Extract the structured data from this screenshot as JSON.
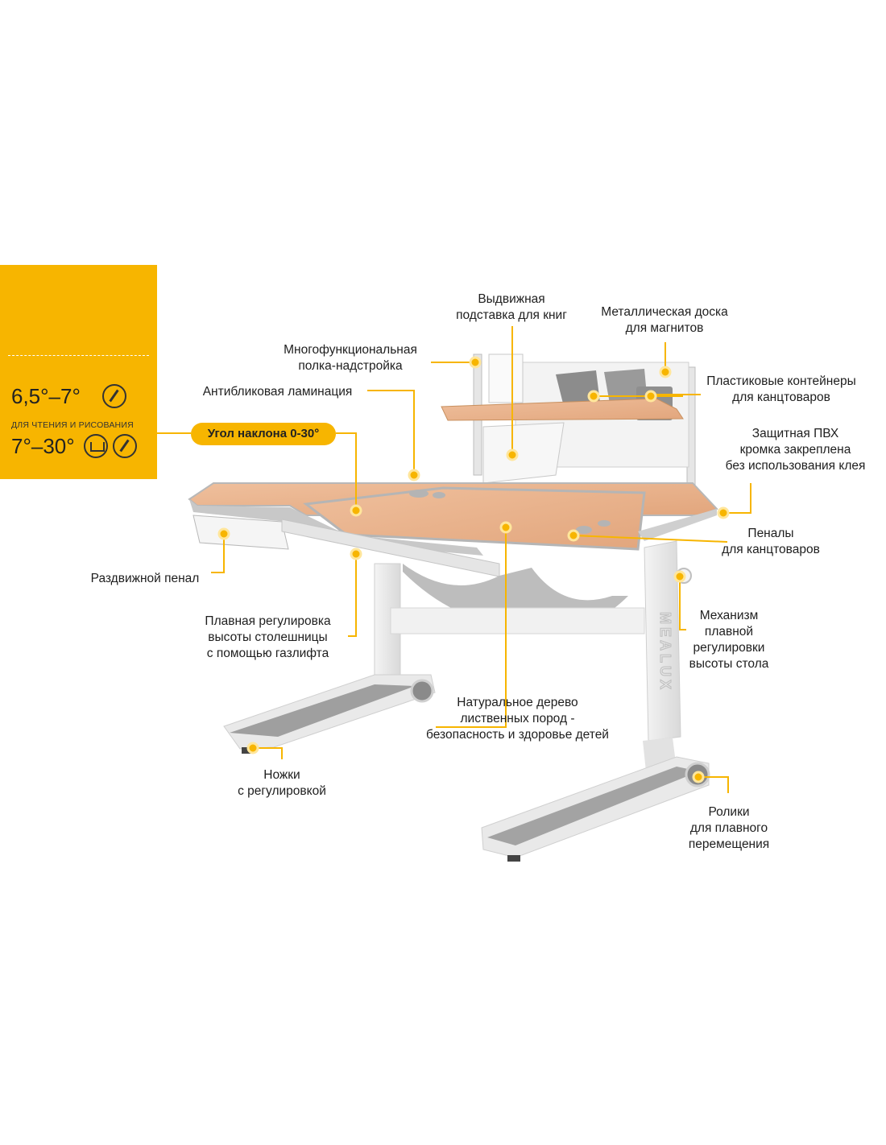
{
  "tilt_panel": {
    "angle_reading": "6,5°–7°",
    "angle_reading_draw_label": "ДЛЯ ЧТЕНИЯ И РИСОВАНИЯ",
    "angle_drawing": "7°–30°"
  },
  "tilt_badge": "Угол наклона 0-30°",
  "callouts": {
    "book_stand": [
      "Выдвижная",
      "подставка для книг"
    ],
    "magnet_board": [
      "Металлическая доска",
      "для магнитов"
    ],
    "shelf": [
      "Многофункциональная",
      "полка-надстройка"
    ],
    "plastic_containers": [
      "Пластиковые контейнеры",
      "для канцтоваров"
    ],
    "lamination": [
      "Антибликовая ламинация"
    ],
    "pvc_edge": [
      "Защитная ПВХ",
      "кромка закреплена",
      "без использования клея"
    ],
    "pencil_cases": [
      "Пеналы",
      "для канцтоваров"
    ],
    "sliding_case": [
      "Раздвижной пенал"
    ],
    "mechanism": [
      "Механизм",
      "плавной",
      "регулировки",
      "высоты стола"
    ],
    "gaslift": [
      "Плавная регулировка",
      "высоты столешницы",
      "с помощью газлифта"
    ],
    "wood": [
      "Натуральное дерево",
      "лиственных пород -",
      "безопасность и здоровье детей"
    ],
    "feet": [
      "Ножки",
      "с регулировкой"
    ],
    "rollers": [
      "Ролики",
      "для плавного",
      "перемещения"
    ]
  },
  "brand_text": "MEALUX",
  "colors": {
    "accent": "#f7b500",
    "wood": "#e9b28c",
    "frame": "#e8e8e8",
    "grey": "#a9a9a9"
  }
}
